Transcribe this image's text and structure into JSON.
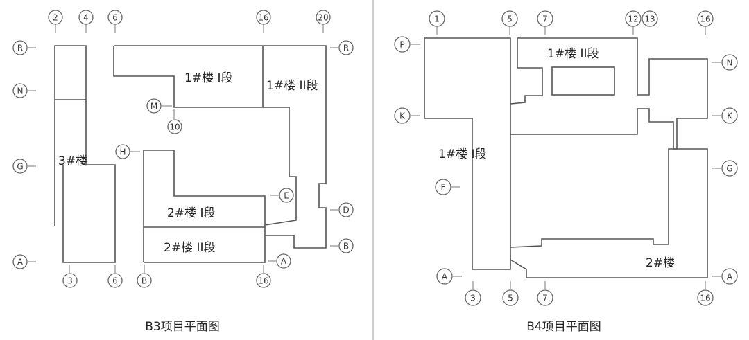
{
  "b3": {
    "caption": "B3项目平面图",
    "buildings": {
      "bldg1_sec1": "1#楼 I段",
      "bldg1_sec2": "1#楼 II段",
      "bldg2_sec1": "2#楼 I段",
      "bldg2_sec2": "2#楼 II段",
      "bldg3": "3#楼"
    },
    "axes": {
      "top_2": "2",
      "top_4": "4",
      "top_6": "6",
      "top_16": "16",
      "top_20": "20",
      "left_R": "R",
      "left_N": "N",
      "left_G": "G",
      "left_A": "A",
      "right_R": "R",
      "right_D": "D",
      "right_B": "B",
      "inner_M": "M",
      "inner_10": "10",
      "inner_H": "H",
      "inner_E": "E",
      "inner_A": "A",
      "bottom_3": "3",
      "bottom_6": "6",
      "bottom_B": "B",
      "bottom_16": "16"
    }
  },
  "b4": {
    "caption": "B4项目平面图",
    "buildings": {
      "bldg1_sec1": "1#楼 I段",
      "bldg1_sec2": "1#楼 II段",
      "bldg2": "2#楼"
    },
    "axes": {
      "top_1": "1",
      "top_5": "5",
      "top_7": "7",
      "top_12": "12",
      "top_13": "13",
      "top_16": "16",
      "left_P": "P",
      "left_K": "K",
      "left_F": "F",
      "left_A": "A",
      "right_N": "N",
      "right_K": "K",
      "right_G": "G",
      "right_A": "A",
      "bottom_3": "3",
      "bottom_5": "5",
      "bottom_7": "7",
      "bottom_16": "16"
    }
  }
}
